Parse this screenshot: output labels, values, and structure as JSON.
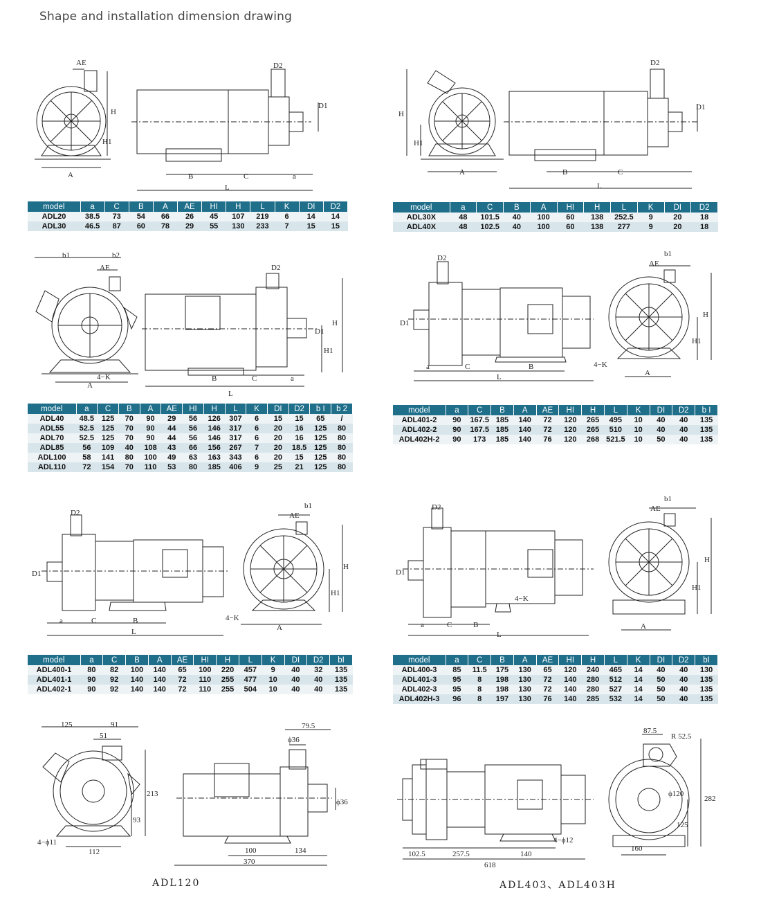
{
  "page_title": "Shape and installation dimension drawing",
  "tables": {
    "t1": {
      "headers": [
        "model",
        "a",
        "C",
        "B",
        "A",
        "AE",
        "HI",
        "H",
        "L",
        "K",
        "DI",
        "D2"
      ],
      "rows": [
        [
          "ADL20",
          "38.5",
          "73",
          "54",
          "66",
          "26",
          "45",
          "107",
          "219",
          "6",
          "14",
          "14"
        ],
        [
          "ADL30",
          "46.5",
          "87",
          "60",
          "78",
          "29",
          "55",
          "130",
          "233",
          "7",
          "15",
          "15"
        ]
      ]
    },
    "t2": {
      "headers": [
        "model",
        "a",
        "C",
        "B",
        "A",
        "HI",
        "H",
        "L",
        "K",
        "DI",
        "D2"
      ],
      "rows": [
        [
          "ADL30X",
          "48",
          "101.5",
          "40",
          "100",
          "60",
          "138",
          "252.5",
          "9",
          "20",
          "18"
        ],
        [
          "ADL40X",
          "48",
          "102.5",
          "40",
          "100",
          "60",
          "138",
          "277",
          "9",
          "20",
          "18"
        ]
      ]
    },
    "t3": {
      "headers": [
        "model",
        "a",
        "C",
        "B",
        "A",
        "AE",
        "HI",
        "H",
        "L",
        "K",
        "DI",
        "D2",
        "b I",
        "b 2"
      ],
      "rows": [
        [
          "ADL40",
          "48.5",
          "125",
          "70",
          "90",
          "29",
          "56",
          "126",
          "307",
          "6",
          "15",
          "15",
          "65",
          "/"
        ],
        [
          "ADL55",
          "52.5",
          "125",
          "70",
          "90",
          "44",
          "56",
          "146",
          "317",
          "6",
          "20",
          "16",
          "125",
          "80"
        ],
        [
          "ADL70",
          "52.5",
          "125",
          "70",
          "90",
          "44",
          "56",
          "146",
          "317",
          "6",
          "20",
          "16",
          "125",
          "80"
        ],
        [
          "ADL85",
          "56",
          "109",
          "40",
          "108",
          "43",
          "66",
          "156",
          "267",
          "7",
          "20",
          "18.5",
          "125",
          "80"
        ],
        [
          "ADL100",
          "58",
          "141",
          "80",
          "100",
          "49",
          "63",
          "163",
          "343",
          "6",
          "20",
          "15",
          "125",
          "80"
        ],
        [
          "ADL110",
          "72",
          "154",
          "70",
          "110",
          "53",
          "80",
          "185",
          "406",
          "9",
          "25",
          "21",
          "125",
          "80"
        ]
      ]
    },
    "t4": {
      "headers": [
        "model",
        "a",
        "C",
        "B",
        "A",
        "AE",
        "HI",
        "H",
        "L",
        "K",
        "DI",
        "D2",
        "b I"
      ],
      "rows": [
        [
          "ADL401-2",
          "90",
          "167.5",
          "185",
          "140",
          "72",
          "120",
          "265",
          "495",
          "10",
          "40",
          "40",
          "135"
        ],
        [
          "ADL402-2",
          "90",
          "167.5",
          "185",
          "140",
          "72",
          "120",
          "265",
          "510",
          "10",
          "40",
          "40",
          "135"
        ],
        [
          "ADL402H-2",
          "90",
          "173",
          "185",
          "140",
          "76",
          "120",
          "268",
          "521.5",
          "10",
          "50",
          "40",
          "135"
        ]
      ]
    },
    "t5": {
      "headers": [
        "model",
        "a",
        "C",
        "B",
        "A",
        "AE",
        "HI",
        "H",
        "L",
        "K",
        "DI",
        "D2",
        "bI"
      ],
      "rows": [
        [
          "ADL400-1",
          "80",
          "82",
          "100",
          "140",
          "65",
          "100",
          "220",
          "457",
          "9",
          "40",
          "32",
          "135"
        ],
        [
          "ADL401-1",
          "90",
          "92",
          "140",
          "140",
          "72",
          "110",
          "255",
          "477",
          "10",
          "40",
          "40",
          "135"
        ],
        [
          "ADL402-1",
          "90",
          "92",
          "140",
          "140",
          "72",
          "110",
          "255",
          "504",
          "10",
          "40",
          "40",
          "135"
        ]
      ]
    },
    "t6": {
      "headers": [
        "model",
        "a",
        "C",
        "B",
        "A",
        "AE",
        "HI",
        "H",
        "L",
        "K",
        "DI",
        "D2",
        "bI"
      ],
      "rows": [
        [
          "ADL400-3",
          "85",
          "11.5",
          "175",
          "130",
          "65",
          "120",
          "240",
          "465",
          "14",
          "40",
          "40",
          "130"
        ],
        [
          "ADL401-3",
          "95",
          "8",
          "198",
          "130",
          "72",
          "140",
          "280",
          "512",
          "14",
          "50",
          "40",
          "135"
        ],
        [
          "ADL402-3",
          "95",
          "8",
          "198",
          "130",
          "72",
          "140",
          "280",
          "527",
          "14",
          "50",
          "40",
          "135"
        ],
        [
          "ADL402H-3",
          "96",
          "8",
          "197",
          "130",
          "76",
          "140",
          "285",
          "532",
          "14",
          "50",
          "40",
          "135"
        ]
      ]
    }
  },
  "labels": {
    "AE": "AE",
    "D2": "D2",
    "D1": "D1",
    "H": "H",
    "H1": "H1",
    "A": "A",
    "B": "B",
    "C": "C",
    "a": "a",
    "L": "L",
    "b1": "b1",
    "b2": "b2",
    "K4": "4−K",
    "d125": "125",
    "d91": "91",
    "d51": "51",
    "d213": "213",
    "d93": "93",
    "d4phi11": "4−ϕ11",
    "d112": "112",
    "d79": "79.5",
    "dphi36": "ϕ36",
    "dphi36v": "ϕ36",
    "d100": "100",
    "d134": "134",
    "d370": "370",
    "d87": "87.5",
    "dR52": "R 52.5",
    "dphi120": "ϕ120",
    "d282": "282",
    "d125b": "125",
    "d160": "160",
    "d102": "102.5",
    "d257": "257.5",
    "d140": "140",
    "d4phi12": "4−ϕ12",
    "d618": "618"
  },
  "captions": {
    "c1": "ADL120",
    "c2": "ADL403、ADL403H"
  }
}
